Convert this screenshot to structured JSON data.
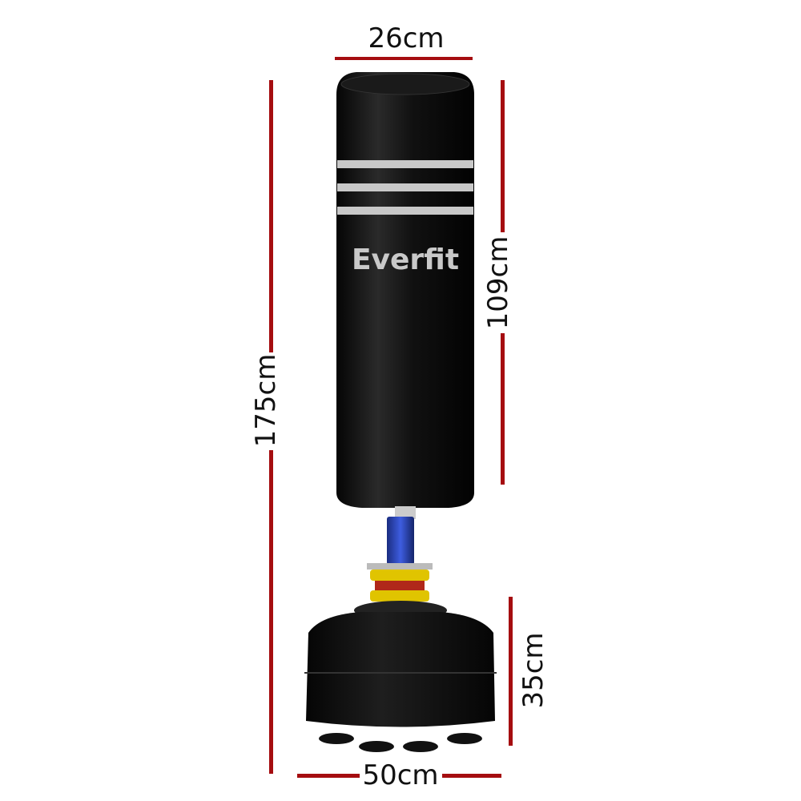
{
  "product": {
    "brand_logo": "Everfit",
    "colors": {
      "bag": "#0d0d0d",
      "stripes": "#c8c8c8",
      "pole": "#2a45b5",
      "springs": "#d8b800",
      "dimension_lines": "#a50d10"
    }
  },
  "dimensions": {
    "bag_width": "26cm",
    "total_height": "175cm",
    "bag_height": "109cm",
    "base_height": "35cm",
    "base_width": "50cm"
  }
}
